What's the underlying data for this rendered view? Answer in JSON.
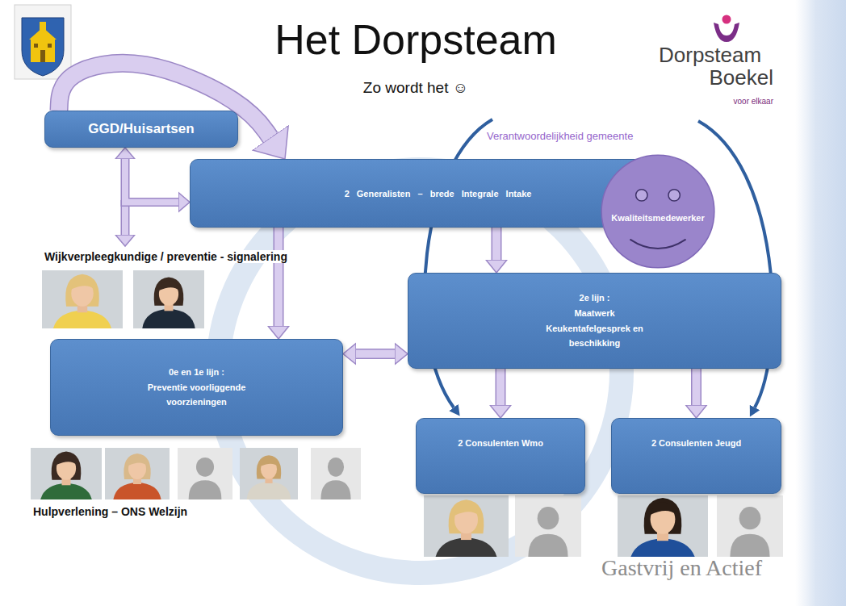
{
  "diagram": {
    "title": "Het Dorpsteam",
    "nodes": [
      {
        "text": [
          "GGD/Huisartsen"
        ]
      },
      {
        "text": [
          "2 Generalisten – brede Integrale Intake"
        ]
      },
      {
        "text": [
          "Kwaliteitsmedewerker"
        ]
      },
      {
        "text": [
          "2e lijn :",
          "Maatwerk Keukentafelgesprek en beschikking"
        ]
      },
      {
        "text": [
          "0e en 1e lijn :",
          "Preventie voorliggende voorzieningen"
        ]
      },
      {
        "text": [
          "2 Consulenten Wmo"
        ]
      },
      {
        "text": [
          "2 Consulenten Jeugd"
        ]
      }
    ],
    "edges": [
      {
        "from": 0,
        "to": 1,
        "arrow": "to"
      },
      {
        "from": 0,
        "to": 1,
        "arrow": "both"
      },
      {
        "from": 1,
        "to": 4,
        "arrow": "to"
      },
      {
        "from": 1,
        "to": 3,
        "arrow": "to"
      },
      {
        "from": 4,
        "to": 3,
        "arrow": "both"
      },
      {
        "from": 3,
        "to": 5,
        "arrow": "to"
      },
      {
        "from": 3,
        "to": 6,
        "arrow": "to"
      }
    ],
    "labels": [
      "Zo wordt het ☺",
      "Dorpsteam",
      "Boekel",
      "voor elkaar",
      "Verantwoordelijkheid gemeente",
      "Wijkverpleegkundige / preventie - signalering",
      "Hulpverlening – ONS Welzijn",
      "Gastvrij en Actief"
    ]
  }
}
